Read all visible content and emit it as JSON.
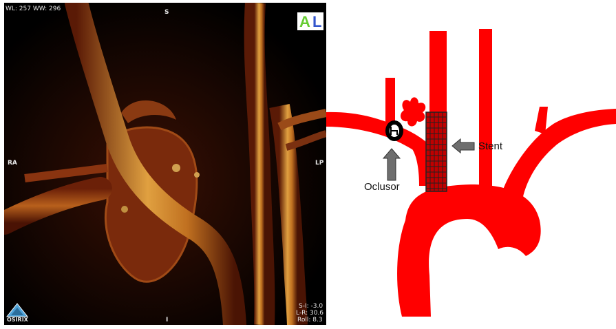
{
  "scan": {
    "window_info": "WL: 257 WW: 296",
    "orient_top": "S",
    "orient_left": "RA",
    "orient_right": "LP",
    "orient_bottom": "I",
    "badge_a": "A",
    "badge_l": "L",
    "logo_text": "OSIRIX",
    "si": "S-I: -3.0",
    "lr": "L-R: 30.6",
    "roll": "Roll: 8.3"
  },
  "diagram": {
    "stent_label": "Stent",
    "occluder_label": "Oclusor",
    "vessel_color": "#ff0000",
    "arrow_color": "#6e6e6e"
  }
}
